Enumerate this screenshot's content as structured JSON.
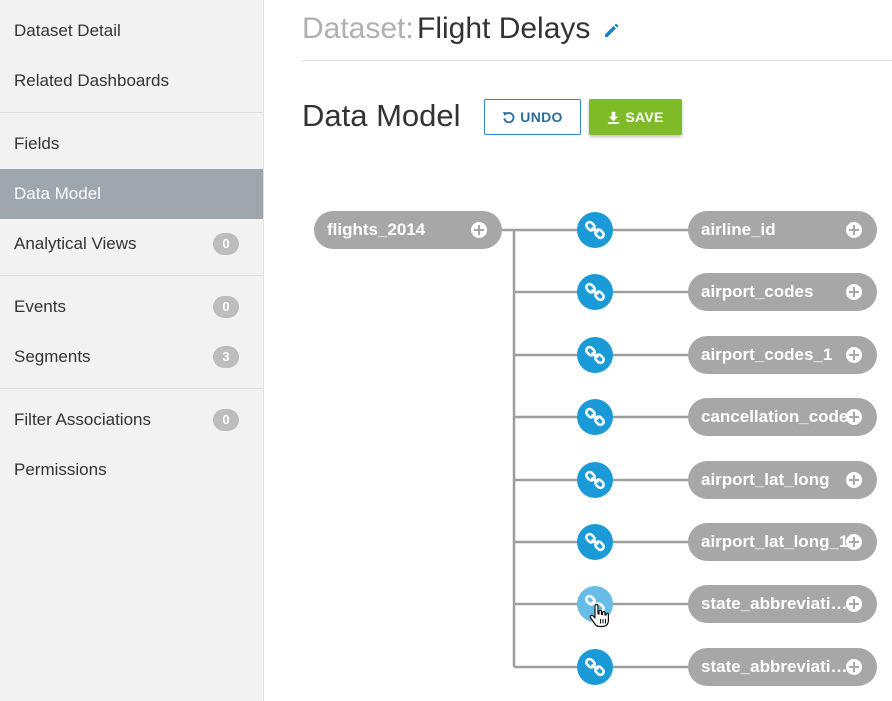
{
  "sidebar": {
    "groups": [
      {
        "items": [
          {
            "label": "Dataset Detail"
          },
          {
            "label": "Related Dashboards"
          }
        ]
      },
      {
        "items": [
          {
            "label": "Fields"
          },
          {
            "label": "Data Model",
            "active": true
          },
          {
            "label": "Analytical Views",
            "badge": "0"
          }
        ]
      },
      {
        "items": [
          {
            "label": "Events",
            "badge": "0"
          },
          {
            "label": "Segments",
            "badge": "3"
          }
        ]
      },
      {
        "items": [
          {
            "label": "Filter Associations",
            "badge": "0"
          },
          {
            "label": "Permissions"
          }
        ]
      }
    ]
  },
  "header": {
    "prefix": "Dataset:",
    "name": "Flight Delays",
    "edit_icon": "pencil-icon"
  },
  "section": {
    "title": "Data Model",
    "undo_label": "UNDO",
    "save_label": "SAVE"
  },
  "model": {
    "root": "flights_2014",
    "joins": [
      "airline_id",
      "airport_codes",
      "airport_codes_1",
      "cancellation_code",
      "airport_lat_long",
      "airport_lat_long_1",
      "state_abbreviati…",
      "state_abbreviati…"
    ]
  },
  "colors": {
    "link_button": "#1a9bd7",
    "pill": "#a7a7a7",
    "save": "#7fba27",
    "sidebar_active": "#9ea7ae"
  }
}
